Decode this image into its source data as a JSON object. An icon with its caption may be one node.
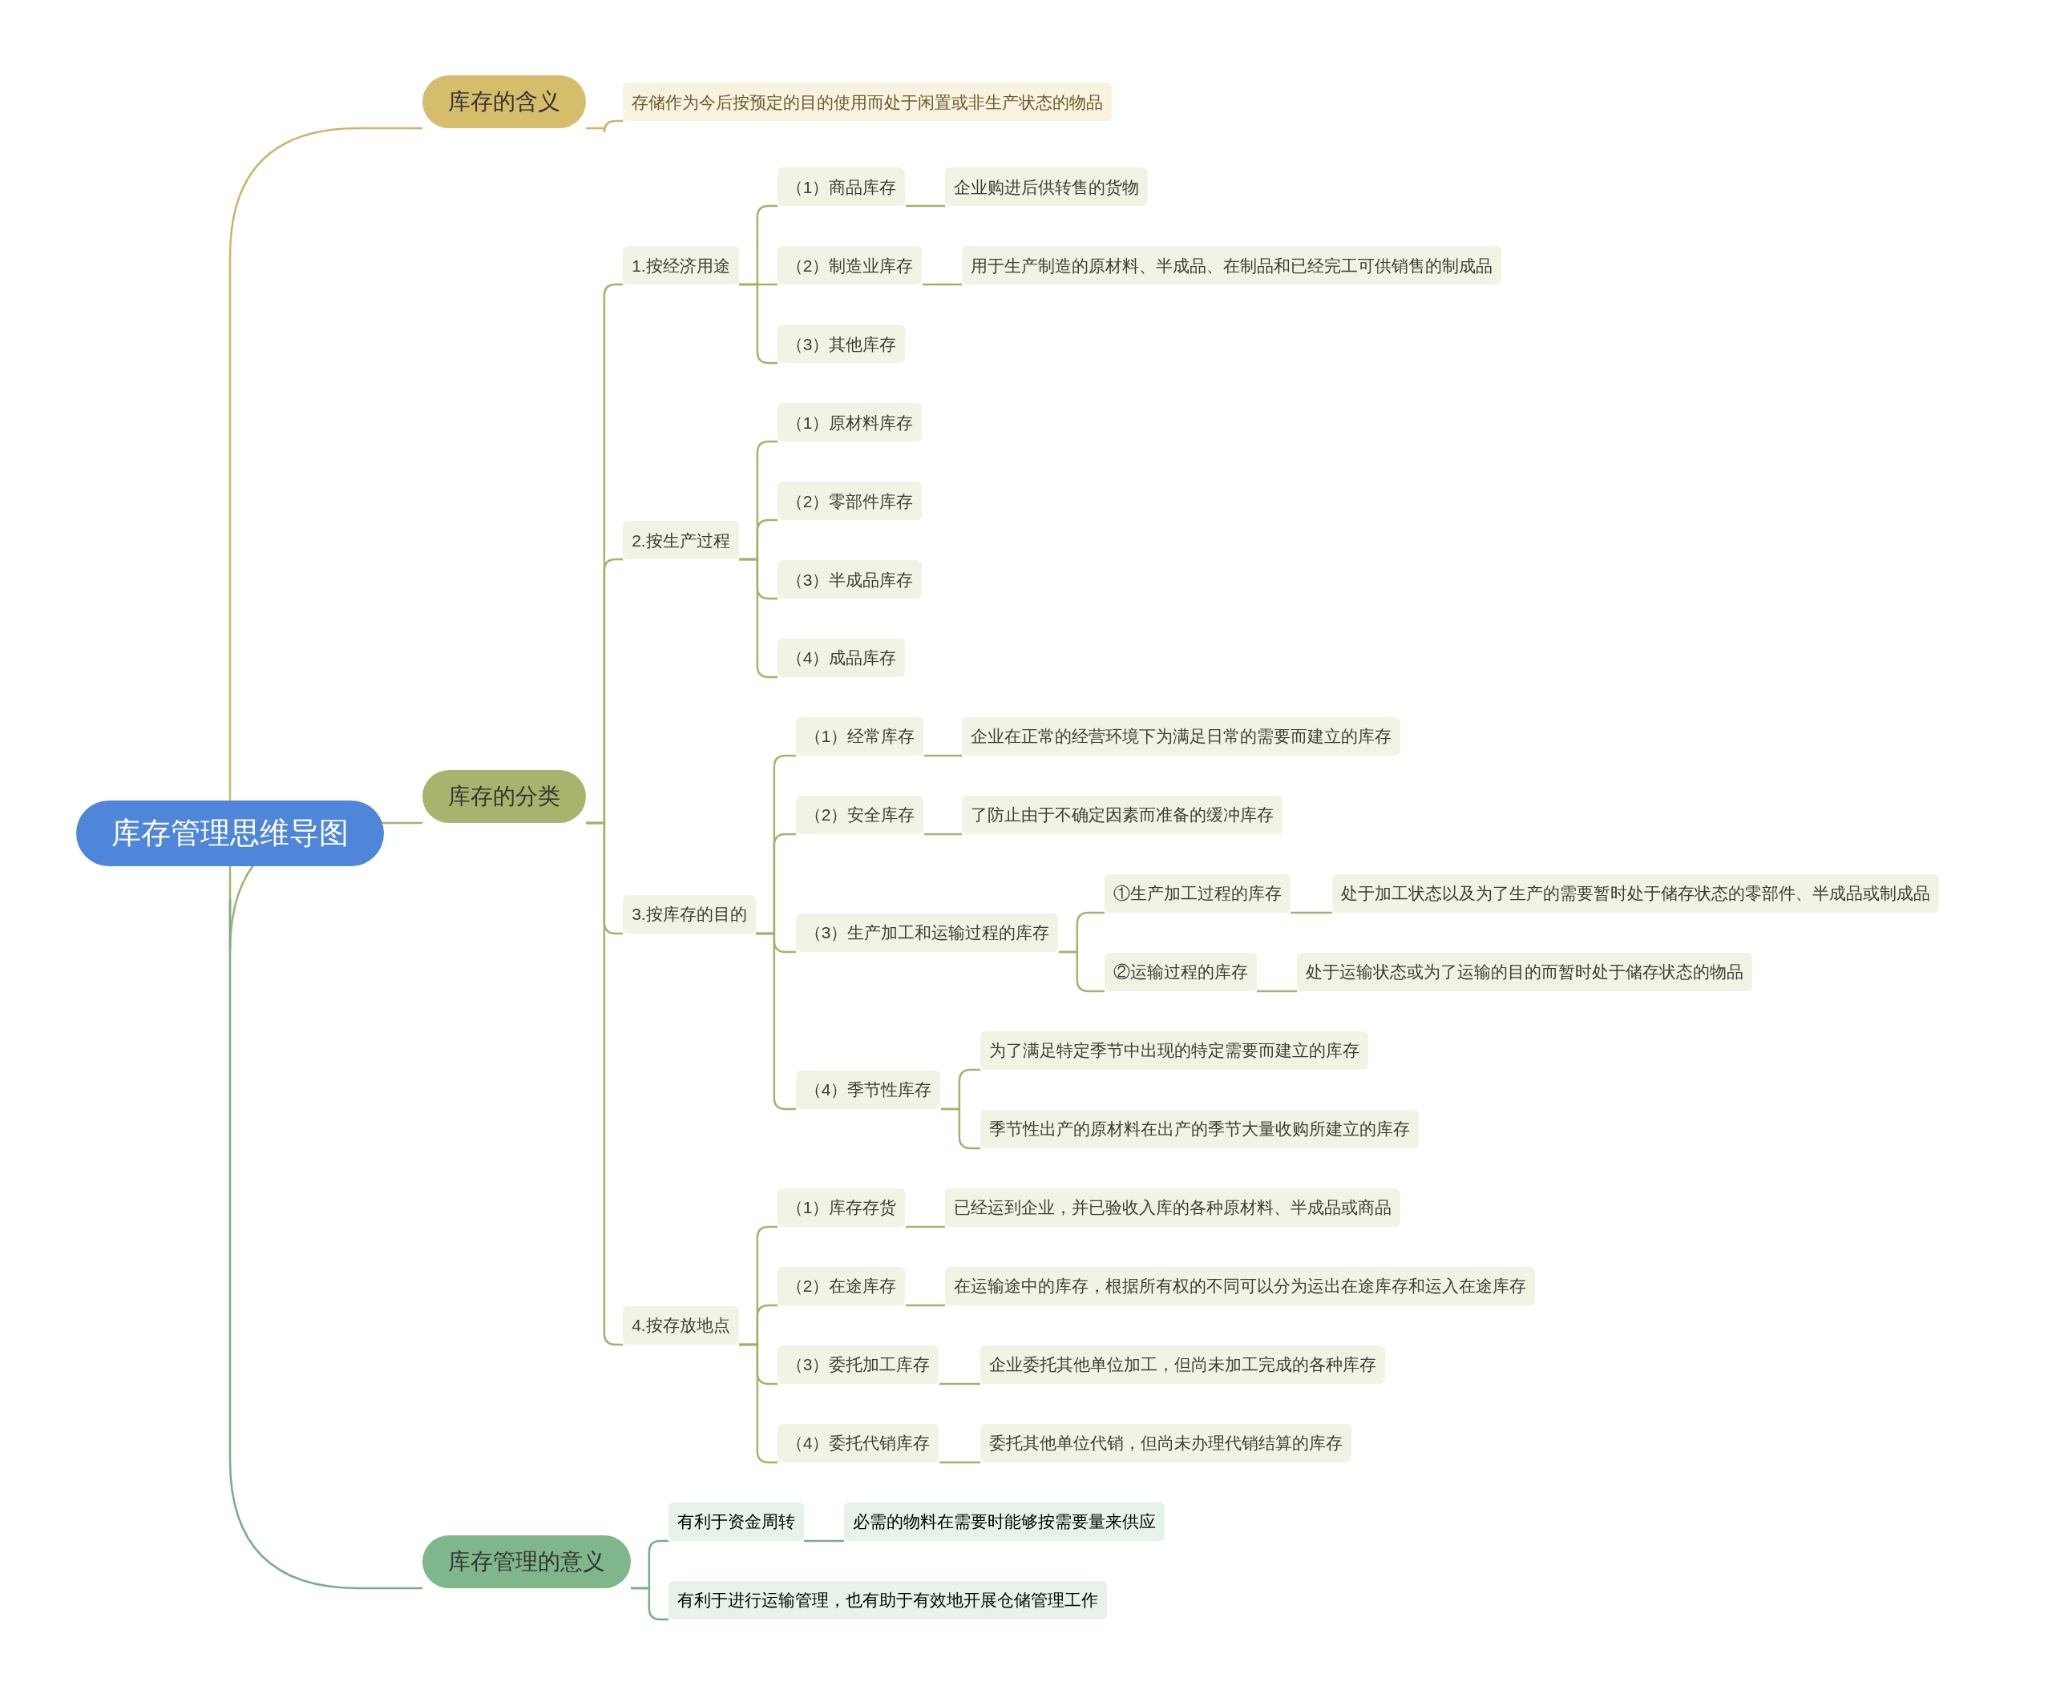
{
  "diagram": {
    "nodes": [
      {
        "text": [
          "库存管理思维导图"
        ]
      },
      {
        "text": [
          "库存的含义"
        ]
      },
      {
        "text": [
          "存储作为今后按预定的目的使用而处于闲置或非生产状态的物品"
        ]
      },
      {
        "text": [
          "库存的分类"
        ]
      },
      {
        "text": [
          "1.按经济用途"
        ]
      },
      {
        "text": [
          "（1）商品库存"
        ]
      },
      {
        "text": [
          "企业购进后供转售的货物"
        ]
      },
      {
        "text": [
          "（2）制造业库存"
        ]
      },
      {
        "text": [
          "用于生产制造的原材料、半成品、在制品和已经完工可供销售的制成品"
        ]
      },
      {
        "text": [
          "（3）其他库存"
        ]
      },
      {
        "text": [
          "2.按生产过程"
        ]
      },
      {
        "text": [
          "（1）原材料库存"
        ]
      },
      {
        "text": [
          "（2）零部件库存"
        ]
      },
      {
        "text": [
          "（3）半成品库存"
        ]
      },
      {
        "text": [
          "（4）成品库存"
        ]
      },
      {
        "text": [
          "3.按库存的目的"
        ]
      },
      {
        "text": [
          "（1）经常库存"
        ]
      },
      {
        "text": [
          "企业在正常的经营环境下为满足日常的需要而建立的库存"
        ]
      },
      {
        "text": [
          "（2）安全库存"
        ]
      },
      {
        "text": [
          "了防止由于不确定因素而准备的缓冲库存"
        ]
      },
      {
        "text": [
          "（3）生产加工和运输过程的库存"
        ]
      },
      {
        "text": [
          "①生产加工过程的库存"
        ]
      },
      {
        "text": [
          "处于加工状态以及为了生产的需要暂时处于储存状态的零部件、半成品或制成品"
        ]
      },
      {
        "text": [
          "②运输过程的库存"
        ]
      },
      {
        "text": [
          "处于运输状态或为了运输的目的而暂时处于储存状态的物品"
        ]
      },
      {
        "text": [
          "（4）季节性库存"
        ]
      },
      {
        "text": [
          "为了满足特定季节中出现的特定需要而建立的库存"
        ]
      },
      {
        "text": [
          "季节性出产的原材料在出产的季节大量收购所建立的库存"
        ]
      },
      {
        "text": [
          "4.按存放地点"
        ]
      },
      {
        "text": [
          "（1）库存存货"
        ]
      },
      {
        "text": [
          "已经运到企业，并已验收入库的各种原材料、半成品或商品"
        ]
      },
      {
        "text": [
          "（2）在途库存"
        ]
      },
      {
        "text": [
          "在运输途中的库存，根据所有权的不同可以分为运出在途库存和运入在途库存"
        ]
      },
      {
        "text": [
          "（3）委托加工库存"
        ]
      },
      {
        "text": [
          "企业委托其他单位加工，但尚未加工完成的各种库存"
        ]
      },
      {
        "text": [
          "（4）委托代销库存"
        ]
      },
      {
        "text": [
          "委托其他单位代销，但尚未办理代销结算的库存"
        ]
      },
      {
        "text": [
          "库存管理的意义"
        ]
      },
      {
        "text": [
          "有利于资金周转"
        ]
      },
      {
        "text": [
          "必需的物料在需要时能够按需要量来供应"
        ]
      },
      {
        "text": [
          "有利于进行运输管理，也有助于有效地开展仓储管理工作"
        ]
      }
    ],
    "edges": [
      {
        "from": 0,
        "to": 1,
        "arrow": "none",
        "color": "#cbb46a"
      },
      {
        "from": 1,
        "to": 2,
        "arrow": "none",
        "color": "#cbb46a"
      },
      {
        "from": 0,
        "to": 3,
        "arrow": "none"
      },
      {
        "from": 3,
        "to": 4,
        "arrow": "none"
      },
      {
        "from": 4,
        "to": 5,
        "arrow": "none"
      },
      {
        "from": 5,
        "to": 6,
        "arrow": "none"
      },
      {
        "from": 4,
        "to": 7,
        "arrow": "none"
      },
      {
        "from": 7,
        "to": 8,
        "arrow": "none"
      },
      {
        "from": 4,
        "to": 9,
        "arrow": "none"
      },
      {
        "from": 3,
        "to": 10,
        "arrow": "none"
      },
      {
        "from": 10,
        "to": 11,
        "arrow": "none"
      },
      {
        "from": 10,
        "to": 12,
        "arrow": "none"
      },
      {
        "from": 10,
        "to": 13,
        "arrow": "none"
      },
      {
        "from": 10,
        "to": 14,
        "arrow": "none"
      },
      {
        "from": 3,
        "to": 15,
        "arrow": "none"
      },
      {
        "from": 15,
        "to": 16,
        "arrow": "none"
      },
      {
        "from": 16,
        "to": 17,
        "arrow": "none"
      },
      {
        "from": 15,
        "to": 18,
        "arrow": "none"
      },
      {
        "from": 18,
        "to": 19,
        "arrow": "none"
      },
      {
        "from": 15,
        "to": 20,
        "arrow": "none"
      },
      {
        "from": 20,
        "to": 21,
        "arrow": "none"
      },
      {
        "from": 21,
        "to": 22,
        "arrow": "none"
      },
      {
        "from": 20,
        "to": 23,
        "arrow": "none"
      },
      {
        "from": 23,
        "to": 24,
        "arrow": "none"
      },
      {
        "from": 15,
        "to": 25,
        "arrow": "none"
      },
      {
        "from": 25,
        "to": 26,
        "arrow": "none"
      },
      {
        "from": 25,
        "to": 27,
        "arrow": "none"
      },
      {
        "from": 3,
        "to": 28,
        "arrow": "none"
      },
      {
        "from": 28,
        "to": 29,
        "arrow": "none"
      },
      {
        "from": 29,
        "to": 30,
        "arrow": "none"
      },
      {
        "from": 28,
        "to": 31,
        "arrow": "none"
      },
      {
        "from": 31,
        "to": 32,
        "arrow": "none"
      },
      {
        "from": 28,
        "to": 33,
        "arrow": "none"
      },
      {
        "from": 33,
        "to": 34,
        "arrow": "none"
      },
      {
        "from": 28,
        "to": 35,
        "arrow": "none"
      },
      {
        "from": 35,
        "to": 36,
        "arrow": "none"
      },
      {
        "from": 0,
        "to": 37,
        "arrow": "none",
        "color": "#78ad86"
      },
      {
        "from": 37,
        "to": 38,
        "arrow": "none",
        "color": "#78ad86"
      },
      {
        "from": 38,
        "to": 39,
        "arrow": "none",
        "color": "#78ad86"
      },
      {
        "from": 37,
        "to": 40,
        "arrow": "none",
        "color": "#78ad86"
      }
    ]
  }
}
